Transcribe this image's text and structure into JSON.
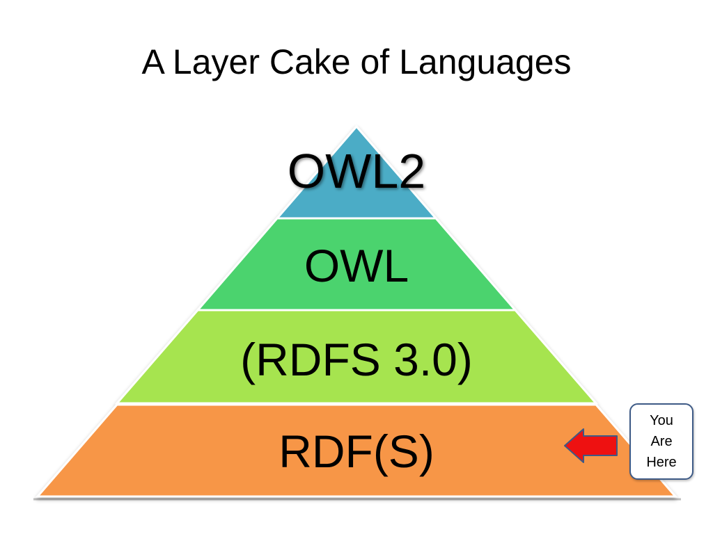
{
  "slide": {
    "title": "A Layer Cake of Languages"
  },
  "pyramid": {
    "layers": [
      {
        "label": "OWL2",
        "color": "#4bacc6"
      },
      {
        "label": "OWL",
        "color": "#4bd36e"
      },
      {
        "label": "(RDFS 3.0)",
        "color": "#a6e44f"
      },
      {
        "label": "RDF(S)",
        "color": "#f79646"
      }
    ]
  },
  "callout": {
    "lines": [
      "You",
      "Are",
      "Here"
    ],
    "arrow_color": "#ee1111",
    "border_color": "#3d5a86"
  }
}
